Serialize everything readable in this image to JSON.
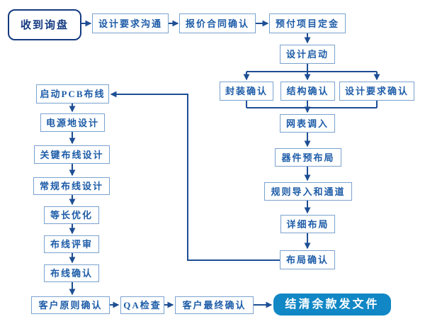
{
  "diagram_type": "flowchart",
  "language": "zh-CN",
  "colors": {
    "line": "#1d4e94",
    "box_border": "#7aa2cf",
    "box_text": "#1d5ca8",
    "start_color": "#143a80",
    "final_bg": "#1187c5",
    "final_text": "#ffffff",
    "background": "#ffffff"
  },
  "nodes": {
    "received_inquiry": {
      "label": "收到询盘"
    },
    "design_requirement_communication": {
      "label": "设计要求沟通"
    },
    "quotation_contract_confirm": {
      "label": "报价合同确认"
    },
    "prepay_project_deposit": {
      "label": "预付项目定金"
    },
    "design_start": {
      "label": "设计启动"
    },
    "package_confirm": {
      "label": "封装确认"
    },
    "structure_confirm": {
      "label": "结构确认"
    },
    "design_requirement_confirm": {
      "label": "设计要求确认"
    },
    "netlist_import": {
      "label": "网表调入"
    },
    "component_preplacement": {
      "label": "器件预布局"
    },
    "rules_import_and_channel": {
      "label": "规则导入和通道"
    },
    "detailed_placement": {
      "label": "详细布局"
    },
    "placement_confirm": {
      "label": "布局确认"
    },
    "start_pcb_routing": {
      "label": "启动PCB布线"
    },
    "power_ground_design": {
      "label": "电源地设计"
    },
    "critical_routing_design": {
      "label": "关键布线设计"
    },
    "general_routing_design": {
      "label": "常规布线设计"
    },
    "length_matching_optimization": {
      "label": "等长优化"
    },
    "routing_review": {
      "label": "布线评审"
    },
    "routing_confirm": {
      "label": "布线确认"
    },
    "customer_principle_confirm": {
      "label": "客户原则确认"
    },
    "qa_check": {
      "label": "QA检查"
    },
    "customer_final_confirm": {
      "label": "客户最终确认"
    },
    "settle_balance_send_files": {
      "label": "结清余款发文件"
    }
  },
  "edges": [
    {
      "from": "received_inquiry",
      "to": "design_requirement_communication"
    },
    {
      "from": "design_requirement_communication",
      "to": "quotation_contract_confirm"
    },
    {
      "from": "quotation_contract_confirm",
      "to": "prepay_project_deposit"
    },
    {
      "from": "prepay_project_deposit",
      "to": "design_start"
    },
    {
      "from": "design_start",
      "to": "package_confirm"
    },
    {
      "from": "design_start",
      "to": "structure_confirm"
    },
    {
      "from": "design_start",
      "to": "design_requirement_confirm"
    },
    {
      "from": "package_confirm",
      "to": "netlist_import"
    },
    {
      "from": "structure_confirm",
      "to": "netlist_import"
    },
    {
      "from": "design_requirement_confirm",
      "to": "netlist_import"
    },
    {
      "from": "netlist_import",
      "to": "component_preplacement"
    },
    {
      "from": "component_preplacement",
      "to": "rules_import_and_channel"
    },
    {
      "from": "rules_import_and_channel",
      "to": "detailed_placement"
    },
    {
      "from": "detailed_placement",
      "to": "placement_confirm"
    },
    {
      "from": "placement_confirm",
      "to": "start_pcb_routing"
    },
    {
      "from": "start_pcb_routing",
      "to": "power_ground_design"
    },
    {
      "from": "power_ground_design",
      "to": "critical_routing_design"
    },
    {
      "from": "critical_routing_design",
      "to": "general_routing_design"
    },
    {
      "from": "general_routing_design",
      "to": "length_matching_optimization"
    },
    {
      "from": "length_matching_optimization",
      "to": "routing_review"
    },
    {
      "from": "routing_review",
      "to": "routing_confirm"
    },
    {
      "from": "routing_confirm",
      "to": "customer_principle_confirm"
    },
    {
      "from": "customer_principle_confirm",
      "to": "qa_check"
    },
    {
      "from": "qa_check",
      "to": "customer_final_confirm"
    },
    {
      "from": "customer_final_confirm",
      "to": "settle_balance_send_files"
    }
  ]
}
